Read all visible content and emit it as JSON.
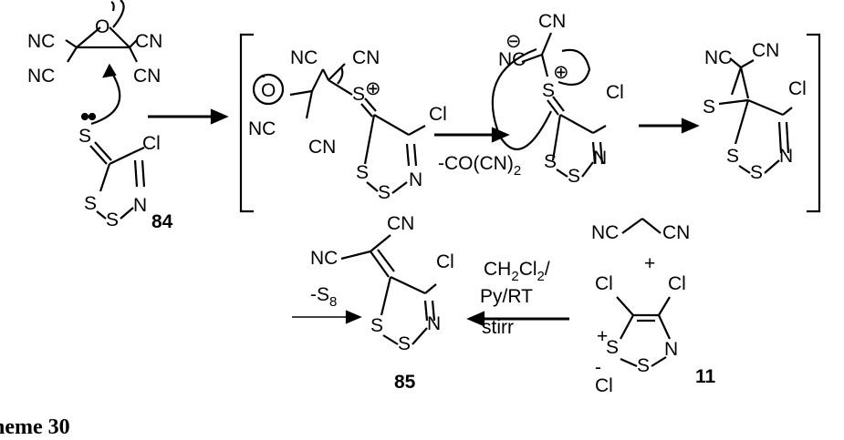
{
  "scheme_caption": "heme 30",
  "compound_labels": {
    "c84": "84",
    "c85": "85",
    "c11": "11"
  },
  "atoms": {
    "NC": "NC",
    "CN": "CN",
    "O": "O",
    "S": "S",
    "N": "N",
    "Cl": "Cl",
    "plus": "+",
    "minus": "-",
    "plus_circled": "⊕",
    "minus_circled": "⊖"
  },
  "conditions": {
    "co_loss": "-CO(CN)",
    "co_loss_sub": "2",
    "s8_loss": "-S",
    "s8_sub": "8",
    "solvent": "CH",
    "solvent_sub1": "2",
    "solvent_mid": "Cl",
    "solvent_sub2": "2",
    "solvent_slash": "/",
    "base": "Py/RT",
    "stir": "stirr",
    "plus_sign": "+"
  }
}
